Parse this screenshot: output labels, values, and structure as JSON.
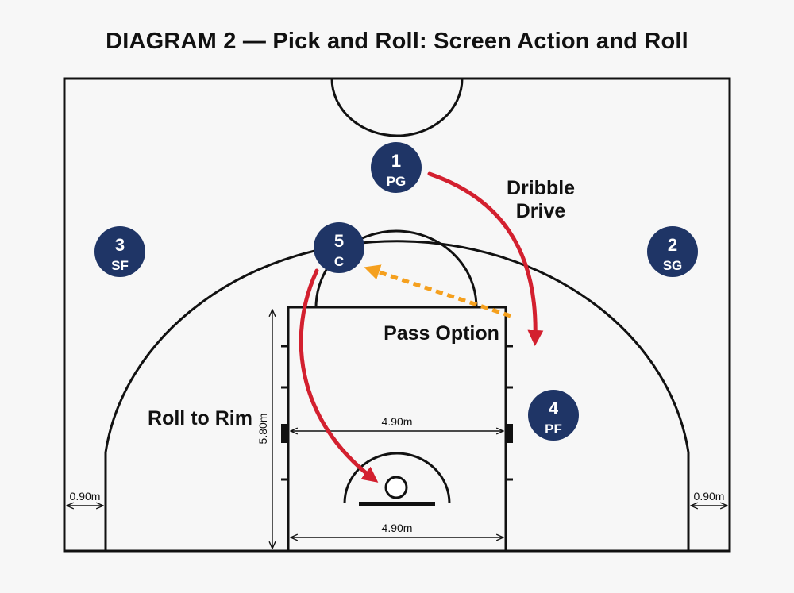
{
  "title": "DIAGRAM 2 — Pick and Roll: Screen Action and Roll",
  "colors": {
    "court_line": "#111111",
    "player_fill": "#1f3566",
    "player_text": "#ffffff",
    "dribble_arrow": "#d3202f",
    "roll_arrow": "#d3202f",
    "pass_arrow": "#f5a01e",
    "background": "#f7f7f7"
  },
  "players": [
    {
      "number": "1",
      "role": "PG"
    },
    {
      "number": "2",
      "role": "SG"
    },
    {
      "number": "3",
      "role": "SF"
    },
    {
      "number": "4",
      "role": "PF"
    },
    {
      "number": "5",
      "role": "C"
    }
  ],
  "annotations": {
    "dribble_line1": "Dribble",
    "dribble_line2": "Drive",
    "pass_option": "Pass Option",
    "roll_to_rim": "Roll to Rim"
  },
  "dimensions": {
    "lane_width_top": "4.90m",
    "lane_width_bottom": "4.90m",
    "lane_length": "5.80m",
    "corner_left": "0.90m",
    "corner_right": "0.90m"
  }
}
